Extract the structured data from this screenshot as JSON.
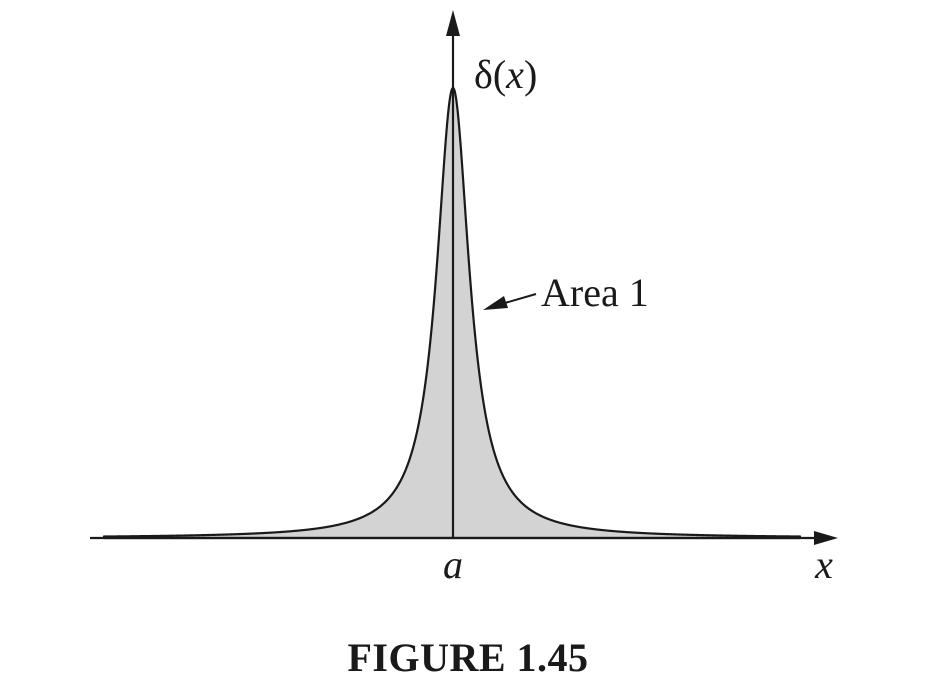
{
  "figure": {
    "y_axis_label_prefix": "δ(",
    "y_axis_label_var": "x",
    "y_axis_label_suffix": ")",
    "x_axis_label": "x",
    "peak_location_label": "a",
    "area_annotation": "Area 1",
    "caption": "FIGURE 1.45"
  },
  "colors": {
    "fill": "#d3d3d3",
    "stroke": "#1a1a1a"
  }
}
